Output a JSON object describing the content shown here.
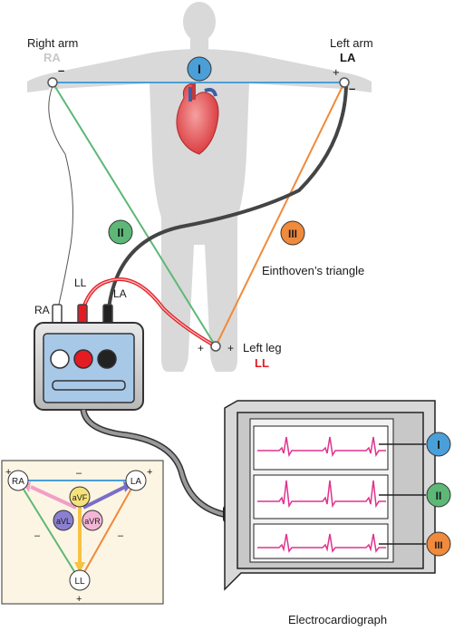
{
  "labels": {
    "right_arm": "Right arm",
    "right_arm_code": "RA",
    "left_arm": "Left arm",
    "left_arm_code": "LA",
    "left_leg": "Left leg",
    "left_leg_code": "LL",
    "einthoven": "Einthoven’s triangle",
    "electrocardiograph": "Electrocardiograph",
    "plus": "+",
    "minus": "–"
  },
  "leads": {
    "lead1": "I",
    "lead2": "II",
    "lead3": "III"
  },
  "connector_labels": {
    "ra": "RA",
    "ll": "LL",
    "la": "LA"
  },
  "inset": {
    "ra": "RA",
    "la": "LA",
    "ll": "LL",
    "avf": "aVF",
    "avl": "aVL",
    "avr": "aVR"
  },
  "colors": {
    "lead1": "#4a9fd8",
    "lead2": "#5db877",
    "lead3": "#f08a3c",
    "ll_red": "#e31b23",
    "trace": "#e0338f",
    "body": "#d9d9d9",
    "device": "#a8c8e8"
  }
}
